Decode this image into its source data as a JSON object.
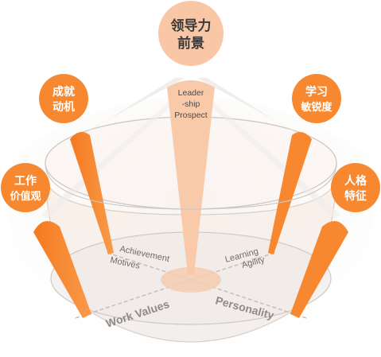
{
  "top_circle": {
    "line1": "领导力",
    "line2": "前景"
  },
  "left_top_circle": {
    "line1": "成就",
    "line2": "动机"
  },
  "left_circle": {
    "line1": "工作",
    "line2": "价值观"
  },
  "right_top_circle": {
    "line1": "学习",
    "line2": "敏锐度"
  },
  "right_circle": {
    "line1": "人格",
    "line2": "特征"
  },
  "center_spike_label": {
    "line1": "Leader",
    "line2": "-ship",
    "line3": "Prospect"
  },
  "floor_labels": {
    "achievement_line1": "Achievement",
    "achievement_line2": "Motives",
    "learning_line1": "Learning",
    "learning_line2": "Agility",
    "work_values": "Work Values",
    "personality": "Personality"
  },
  "colors": {
    "orange": "#F7882F",
    "peach": "#F9C7A5",
    "light_peach": "#FDE7D8",
    "gray_line": "#C9C3BE",
    "floor_text": "#8E8A86"
  }
}
